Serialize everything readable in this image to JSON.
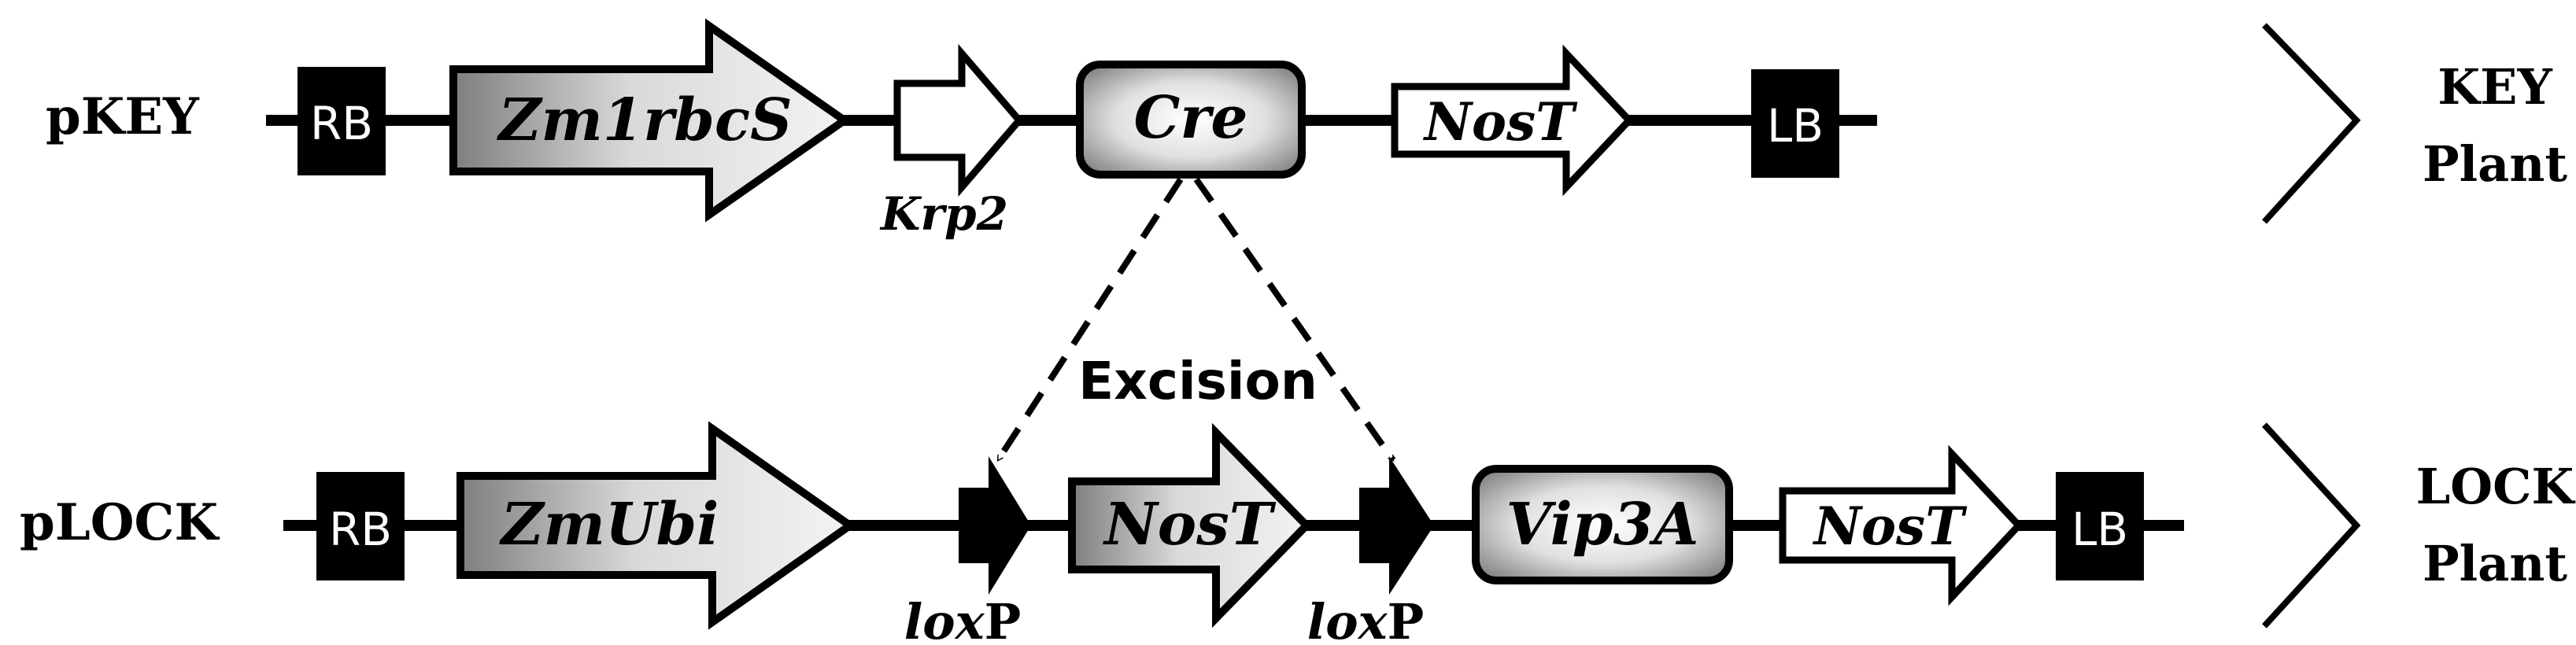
{
  "rows": [
    {
      "label": "pKEY",
      "box_left": "RB",
      "promoter": "Zm1rbcS",
      "small_promoter": "Krp2",
      "gene": "Cre",
      "terminator": "NosT",
      "box_right": "LB",
      "result": [
        "KEY",
        "Plant"
      ]
    },
    {
      "label": "pLOCK",
      "box_left": "RB",
      "promoter": "ZmUbi",
      "lox_1": [
        "lox",
        "P"
      ],
      "blocker": "NosT",
      "lox_2": [
        "lox",
        "P"
      ],
      "gene": "Vip3A",
      "terminator": "NosT",
      "box_right": "LB",
      "result": [
        "LOCK",
        "Plant"
      ]
    }
  ],
  "excision_label": "Excision"
}
